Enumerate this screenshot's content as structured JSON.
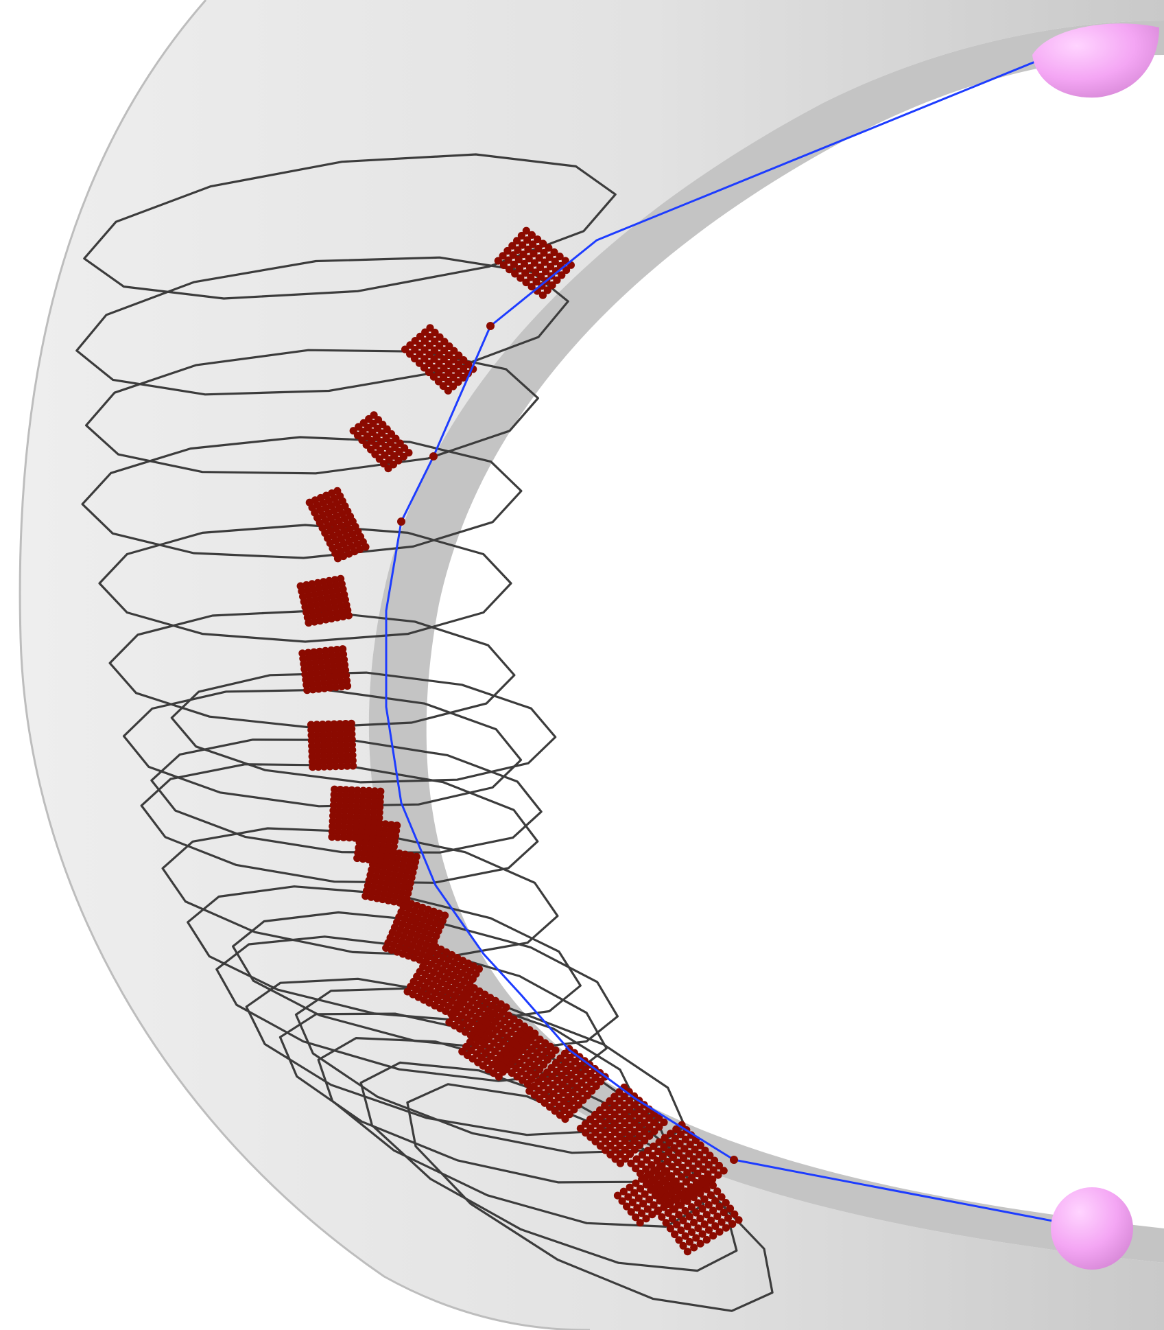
{
  "scene": {
    "kind": "3D torus segment with cross-section slices, particle grids and a curved centerline",
    "colors": {
      "background": "#ffffff",
      "torus_fill": "#d9d9d9",
      "torus_edge": "#c8c8c8",
      "section_outline": "#3c3c3c",
      "particles": "#8b0a00",
      "centerline": "#1d3cff",
      "endpoint_sphere": "#f2a6f2",
      "endpoint_marker": "#8b0a00"
    },
    "cross_section_count": 20,
    "particle_grid_count": 20,
    "endpoints": [
      "start",
      "end"
    ],
    "icons": [
      "endpoint-sphere-icon",
      "endpoint-sphere-icon"
    ]
  }
}
